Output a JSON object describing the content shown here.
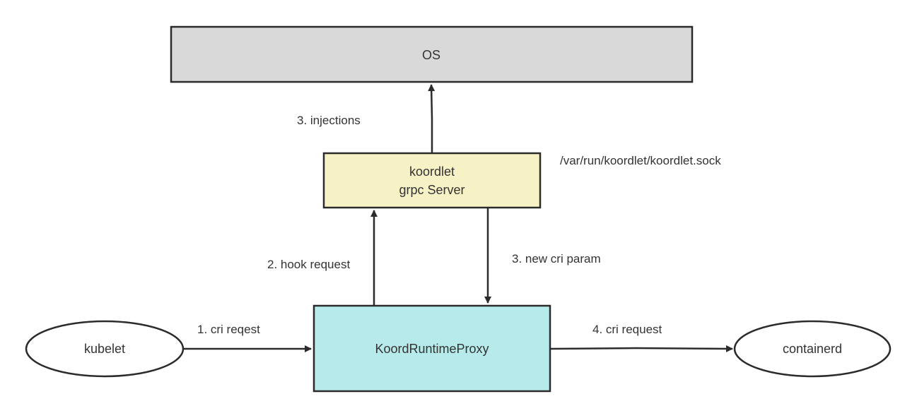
{
  "colors": {
    "os_fill": "#d9d9d9",
    "koordlet_fill": "#f7f1c6",
    "proxy_fill": "#b7eaea",
    "ellipse_fill": "#ffffff",
    "stroke": "#2b2b2b"
  },
  "nodes": {
    "os": {
      "label": "OS"
    },
    "koordlet": {
      "line1": "koordlet",
      "line2": "grpc Server"
    },
    "proxy": {
      "label": "KoordRuntimeProxy"
    },
    "kubelet": {
      "label": "kubelet"
    },
    "containerd": {
      "label": "containerd"
    }
  },
  "annotations": {
    "socket_path": "/var/run/koordlet/koordlet.sock"
  },
  "edges": {
    "injections": "3. injections",
    "hook_request": "2. hook request",
    "new_cri_param": "3. new cri param",
    "cri_reqest": "1. cri reqest",
    "cri_request": "4. cri request"
  }
}
